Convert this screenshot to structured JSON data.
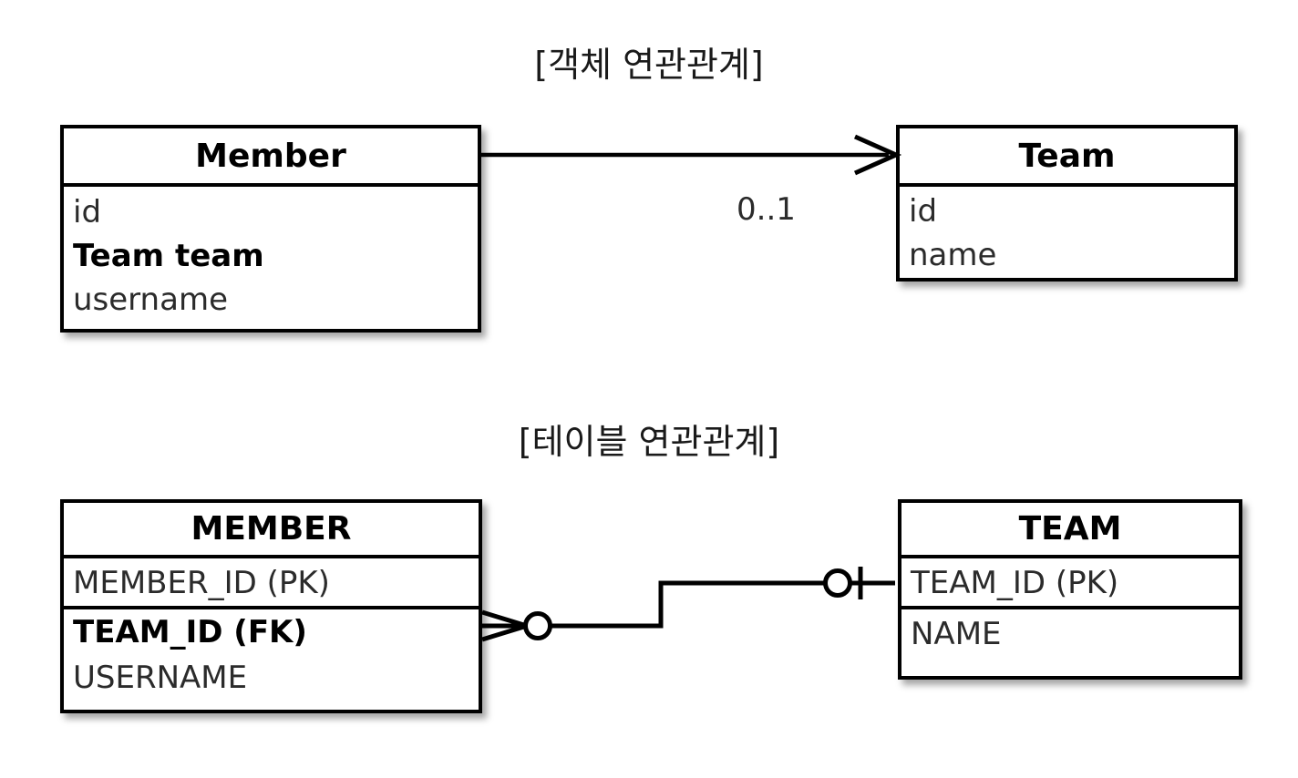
{
  "diagram": {
    "background_color": "#ffffff",
    "line_color": "#000000",
    "sections": [
      {
        "title": "[객체 연관관계]",
        "kind": "object-model"
      },
      {
        "title": "[테이블 연관관계]",
        "kind": "table-model"
      }
    ]
  },
  "object_model": {
    "title": "[객체 연관관계]",
    "member": {
      "name": "Member",
      "attributes": [
        {
          "text": "id",
          "bold": false
        },
        {
          "text": "Team team",
          "bold": true
        },
        {
          "text": "username",
          "bold": false
        }
      ]
    },
    "team": {
      "name": "Team",
      "attributes": [
        {
          "text": "id",
          "bold": false
        },
        {
          "text": "name",
          "bold": false
        }
      ]
    },
    "association": {
      "from": "Member",
      "to": "Team",
      "multiplicity_label": "0..1",
      "arrow_style": "open-arrow",
      "direction": "unidirectional"
    }
  },
  "table_model": {
    "title": "[테이블 연관관계]",
    "member_table": {
      "name": "MEMBER",
      "columns": [
        {
          "text": "MEMBER_ID (PK)",
          "bold": false
        },
        {
          "text": "TEAM_ID (FK)",
          "bold": true
        },
        {
          "text": "USERNAME",
          "bold": false
        }
      ]
    },
    "team_table": {
      "name": "TEAM",
      "columns": [
        {
          "text": "TEAM_ID (PK)",
          "bold": false
        },
        {
          "text": "NAME",
          "bold": false
        }
      ]
    },
    "relationship": {
      "from": "MEMBER",
      "to": "TEAM",
      "from_cardinality": "zero-or-many",
      "to_cardinality": "zero-or-one",
      "notation": "crows-foot"
    }
  }
}
